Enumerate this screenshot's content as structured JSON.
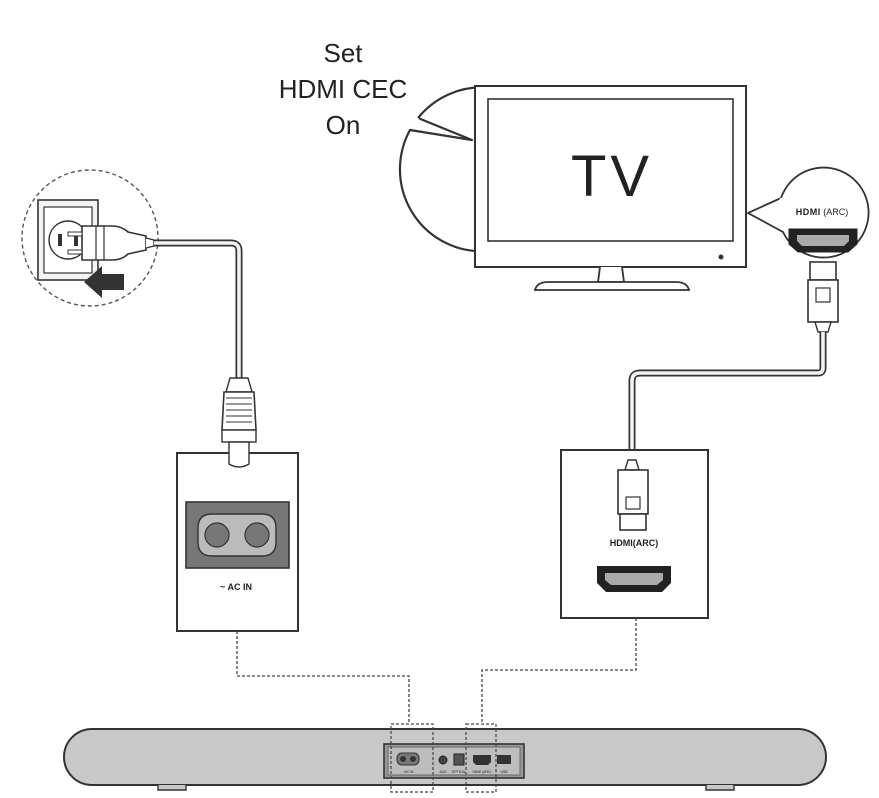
{
  "callout": {
    "line1": "Set",
    "line2": "HDMI CEC",
    "line3": "On"
  },
  "tv": {
    "label": "TV"
  },
  "tv_port": {
    "brand": "HDMI",
    "suffix": "(ARC)"
  },
  "ac_panel": {
    "label": "~ AC IN"
  },
  "hdmi_panel": {
    "label": "HDMI(ARC)"
  },
  "soundbar": {
    "port_labels": [
      "~AC IN",
      "AUX",
      "OPTICAL",
      "HDMI (ARC)",
      "USB"
    ]
  },
  "colors": {
    "line": "#333333",
    "cable_fill": "#f2f2f2",
    "soundbar_fill": "#c8c8c8",
    "port_fill": "#666666"
  }
}
